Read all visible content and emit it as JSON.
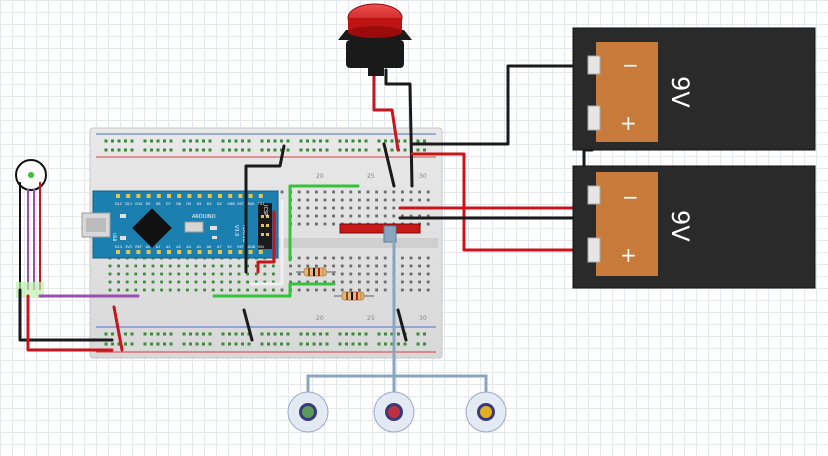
{
  "arduino": {
    "name": "ARDUINO",
    "model": "NANO",
    "version": "V3.0",
    "icsp_label": "ICSP",
    "usb_label": "USB",
    "top_pins": [
      "D12",
      "D11",
      "D10",
      "D9",
      "D8",
      "D7",
      "D6",
      "D5",
      "D4",
      "D3",
      "D2",
      "GND",
      "RST",
      "RX0",
      "TX1"
    ],
    "bottom_pins": [
      "D13",
      "3V3",
      "REF",
      "A0",
      "A1",
      "A2",
      "A3",
      "A4",
      "A5",
      "A6",
      "A7",
      "5V",
      "RST",
      "GND",
      "VIN"
    ]
  },
  "breadboard": {
    "column_labels": [
      "20",
      "25",
      "30"
    ],
    "bottom_column_labels": [
      "20",
      "25",
      "30"
    ]
  },
  "batteries": [
    {
      "label": "9V",
      "minus": "−",
      "plus": "+"
    },
    {
      "label": "9V",
      "minus": "−",
      "plus": "+"
    }
  ],
  "colors": {
    "wire_red": "#c8141a",
    "wire_black": "#1a1a1a",
    "wire_green": "#36c23a",
    "wire_purple": "#9a4fb0",
    "wire_grey": "#8aa6be",
    "battery_body": "#2a2a2a",
    "battery_label": "#c87a3a",
    "arduino": "#1b7fb0",
    "button_cap": "#d01818"
  },
  "leds": [
    {
      "color": "#5a9a5a",
      "name": "green"
    },
    {
      "color": "#c03040",
      "name": "red"
    },
    {
      "color": "#e0b020",
      "name": "yellow"
    }
  ]
}
